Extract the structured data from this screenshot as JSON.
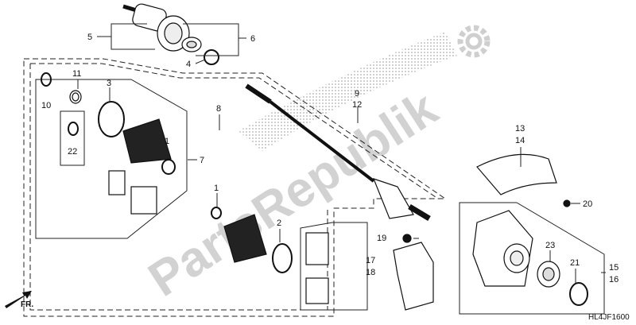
{
  "watermark": "PartsRepublik",
  "diagram_code": "HL4JF1600",
  "direction_label": "FR.",
  "callouts": [
    {
      "id": "c5",
      "label": "5"
    },
    {
      "id": "c6",
      "label": "6"
    },
    {
      "id": "c4",
      "label": "4"
    },
    {
      "id": "c11",
      "label": "11"
    },
    {
      "id": "c10",
      "label": "10"
    },
    {
      "id": "c3",
      "label": "3"
    },
    {
      "id": "c22",
      "label": "22"
    },
    {
      "id": "c1a",
      "label": "1"
    },
    {
      "id": "c7",
      "label": "7"
    },
    {
      "id": "c8",
      "label": "8"
    },
    {
      "id": "c9",
      "label": "9"
    },
    {
      "id": "c12",
      "label": "12"
    },
    {
      "id": "c13",
      "label": "13"
    },
    {
      "id": "c14",
      "label": "14"
    },
    {
      "id": "c20",
      "label": "20"
    },
    {
      "id": "c1b",
      "label": "1"
    },
    {
      "id": "c2",
      "label": "2"
    },
    {
      "id": "c19",
      "label": "19"
    },
    {
      "id": "c17",
      "label": "17"
    },
    {
      "id": "c18",
      "label": "18"
    },
    {
      "id": "c23",
      "label": "23"
    },
    {
      "id": "c21",
      "label": "21"
    },
    {
      "id": "c15",
      "label": "15"
    },
    {
      "id": "c16",
      "label": "16"
    }
  ]
}
